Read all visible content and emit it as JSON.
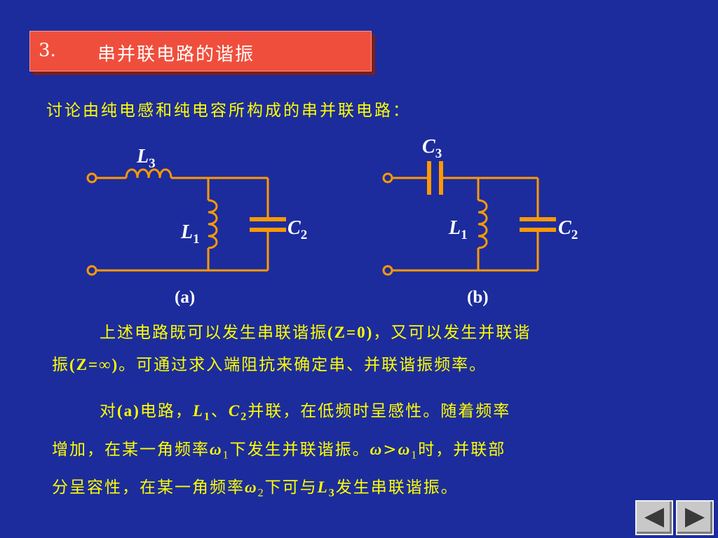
{
  "title": {
    "number": "3.",
    "text": "串并联电路的谐振"
  },
  "intro": "讨论由纯电感和纯电容所构成的串并联电路：",
  "circuits": {
    "a": {
      "caption": "(a)",
      "top_component": "L",
      "top_sub": "3",
      "left_component": "L",
      "left_sub": "1",
      "right_component": "C",
      "right_sub": "2"
    },
    "b": {
      "caption": "(b)",
      "top_component": "C",
      "top_sub": "3",
      "left_component": "L",
      "left_sub": "1",
      "right_component": "C",
      "right_sub": "2"
    }
  },
  "paragraph1": {
    "line1_a": "上述电路既可以发生串联谐振",
    "line1_b": "(Z=0)",
    "line1_c": "，又可以发生并联谐",
    "line2_a": "振",
    "line2_b": "(Z=∞)",
    "line2_c": "。可通过求入端阻抗来确定串、并联谐振频率。"
  },
  "paragraph2": {
    "l1_a": "对",
    "l1_b": "(a)",
    "l1_c": "电路，",
    "l1_L": "L",
    "l1_Lsub": "1",
    "l1_sep": "、",
    "l1_C": "C",
    "l1_Csub": "2",
    "l1_d": "并联，在低频时呈感性。随着频率",
    "l2_a": "增加，在某一角频率",
    "l2_w": "ω",
    "l2_wsub": "1",
    "l2_b": "下发生并联谐振。",
    "l2_cmp_a": "ω",
    "l2_gt": ">",
    "l2_cmp_b": "ω",
    "l2_cmp_bsub": "1",
    "l2_c": "时，并联部",
    "l3_a": "分呈容性，在某一角频率",
    "l3_w": "ω",
    "l3_wsub": "2",
    "l3_b": "下可与",
    "l3_L": "L",
    "l3_Lsub": "3",
    "l3_c": "发生串联谐振。"
  },
  "colors": {
    "background": "#1c2c9c",
    "wire": "#ff9900",
    "text": "#ffff00",
    "title_box": "#f04e3c"
  },
  "nav": {
    "prev": "triangle-left-icon",
    "next": "triangle-right-icon"
  }
}
